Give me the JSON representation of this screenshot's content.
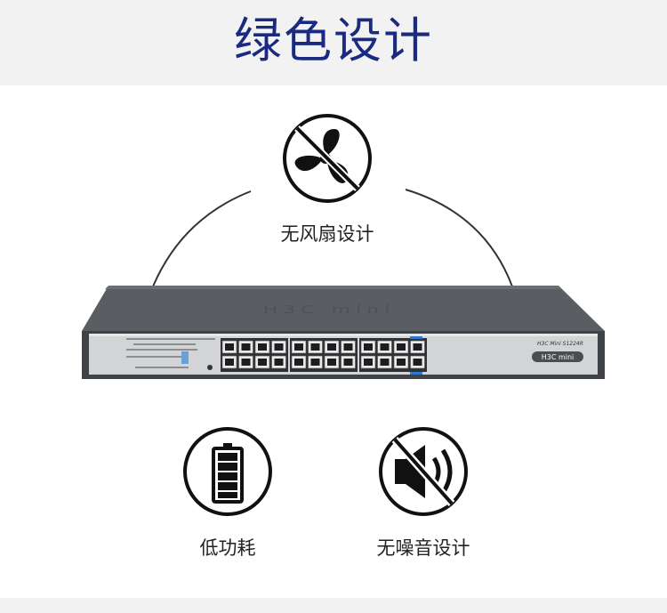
{
  "header": {
    "title": "绿色设计"
  },
  "features": {
    "fanless": {
      "label": "无风扇设计",
      "icon": "no-fan-icon"
    },
    "low_power": {
      "label": "低功耗",
      "icon": "battery-icon"
    },
    "silent": {
      "label": "无噪音设计",
      "icon": "mute-speaker-icon"
    }
  },
  "product": {
    "top_logo": "H3C mini",
    "model": "H3C Mini S1224R",
    "front_logo": "H3C mini",
    "port_count": 24
  },
  "colors": {
    "title": "#1a2a80",
    "header_bg": "#f2f2f2",
    "switch_body": "#4a4d52",
    "switch_face": "#c9cacc"
  }
}
